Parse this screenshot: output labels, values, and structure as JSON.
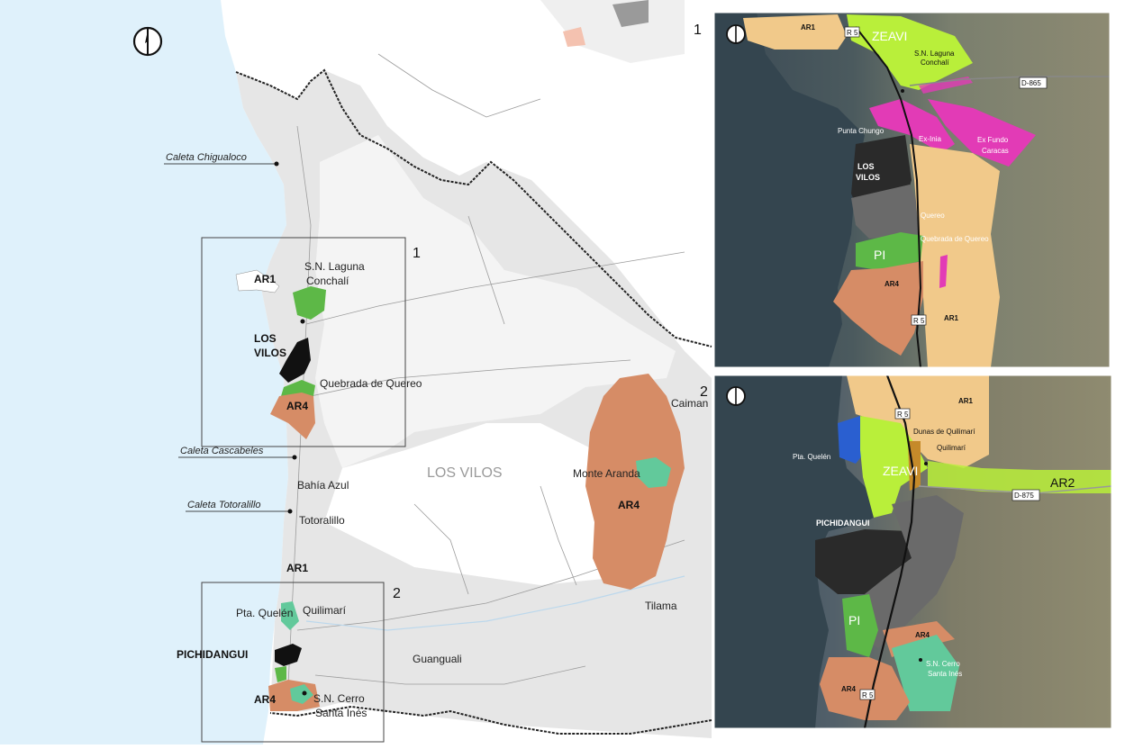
{
  "colors": {
    "ocean": "#dff1fb",
    "land": "#ffffff",
    "commune": "#e6e6e6",
    "ar1": "#f1c98a",
    "ar2": "#b9ef3a",
    "ar4": "#d68c66",
    "green_area": "#5db847",
    "snac": "#62c99b",
    "urban": "#111111",
    "pink": "#e23bb6",
    "blue": "#2a5fd0",
    "boundary": "#222222"
  },
  "main_map": {
    "north_arrow": "north-arrow-icon",
    "commune_label": "LOS VILOS",
    "places": {
      "caleta_chigualoco": "Caleta Chigualoco",
      "caleta_cascabeles": "Caleta Cascabeles",
      "caleta_totoralillo": "Caleta Totoralillo",
      "bahia_azul": "Bahía Azul",
      "totoralillo": "Totoralillo",
      "quilimari": "Quilimarí",
      "guanguali": "Guanguali",
      "tilama": "Tilama",
      "caimanes": "Caiman",
      "pta_quelen": "Pta. Quelén",
      "monte_aranda": "Monte Aranda",
      "quebrada_quereo": "Quebrada de Quereo",
      "sn_laguna_l1": "S.N. Laguna",
      "sn_laguna_l2": "Conchalí",
      "sn_cerro_l1": "S.N. Cerro",
      "sn_cerro_l2": "Santa Inés",
      "los_vilos_l1": "LOS",
      "los_vilos_l2": "VILOS",
      "pichidangui": "PICHIDANGUI"
    },
    "zones": {
      "ar1_top": "AR1",
      "ar1_mid": "AR1",
      "ar4_north": "AR4",
      "ar4_south": "AR4",
      "ar4_east": "AR4"
    },
    "frame_labels": {
      "f1": "1",
      "f2": "2",
      "f1_edge": "1",
      "f2_edge": "2"
    }
  },
  "inset_1": {
    "north_arrow": "north-arrow-icon",
    "labels": {
      "ar1_top": "AR1",
      "r5_top": "R 5",
      "zeavi": "ZEAVI",
      "sn_laguna_l1": "S.N. Laguna",
      "sn_laguna_l2": "Conchalí",
      "d865": "D-865",
      "punta_chungo": "Punta Chungo",
      "ex_inia": "Ex-Inia",
      "ex_fundo_l1": "Ex Fundo",
      "ex_fundo_l2": "Caracas",
      "los": "LOS",
      "vilos": "VILOS",
      "quereo": "Quereo",
      "quebrada_quereo": "Quebrada de Quereo",
      "pi": "PI",
      "ar4": "AR4",
      "r5_bottom": "R 5",
      "ar1_bottom": "AR1"
    }
  },
  "inset_2": {
    "north_arrow": "north-arrow-icon",
    "labels": {
      "ar1": "AR1",
      "r5_top": "R 5",
      "dunas": "Dunas de Quilimarí",
      "quilimari": "Quilimarí",
      "pta_quelen": "Pta. Quelén",
      "zeavi": "ZEAVI",
      "ar2": "AR2",
      "d875": "D-875",
      "pichidangui": "PICHIDANGUI",
      "pi": "PI",
      "ar4_right": "AR4",
      "sn_cerro_l1": "S.N. Cerro",
      "sn_cerro_l2": "Santa Inés",
      "ar4_left": "AR4",
      "r5_bottom": "R 5"
    }
  }
}
